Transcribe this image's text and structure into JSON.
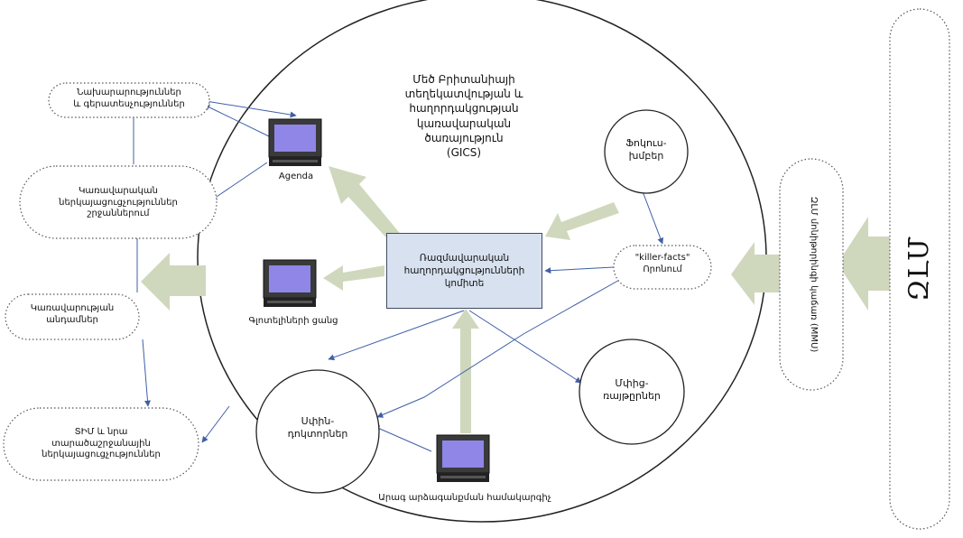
{
  "organization": {
    "line1": "Մեծ Բրիտանիայի",
    "line2": "տեղեկատվության և",
    "line3": "հաղորդակցության",
    "line4": "կառավարական",
    "line5": "ծառայություն",
    "line6": "(GICS)"
  },
  "center_box": {
    "line1": "Ռազմավարական",
    "line2": "հաղորդակցությունների",
    "line3": "կոմիտե"
  },
  "focus_groups": {
    "line1": "Ֆոկուս-",
    "line2": "խմբեր"
  },
  "killer_facts": {
    "line1": "\"killer-facts\"",
    "line2": "Որոնում"
  },
  "experts": {
    "line1": "Մփից-",
    "line2": "ռայթըրներ"
  },
  "spin_doctors": {
    "line1": "Սփին-",
    "line2": "դոկտորներ"
  },
  "computers": {
    "agenda": "Agenda",
    "journalists": "Գլոտելիների ցանց",
    "quick_response": "Արագ արձագանքման համակարգիչ"
  },
  "left_boxes": {
    "ministries": {
      "line1": "Նախարարություններ",
      "line2": "և գերատեսչություններ"
    },
    "gov_reps": {
      "line1": "Կառավարական",
      "line2": "ներկայացուցչություններ",
      "line3": "շրջաններում"
    },
    "gov_advisers": {
      "line1": "Կառավարության",
      "line2": "անդամներ"
    },
    "embassies": {
      "line1": "ՏԻՄ և նրա",
      "line2": "տարածաշրջանային",
      "line3": "ներկայացուցչություններ"
    }
  },
  "right_pills": {
    "mmu": "ԶԼՄ մոնիթորինգի կաճառ (MMU)",
    "media": "ԶԼՄ"
  },
  "colors": {
    "blue_arrow": "#3f5fa8",
    "thick_arrow": "#cfd8bd",
    "center_fill": "#d8e1ef",
    "screen": "#8f86e8"
  }
}
